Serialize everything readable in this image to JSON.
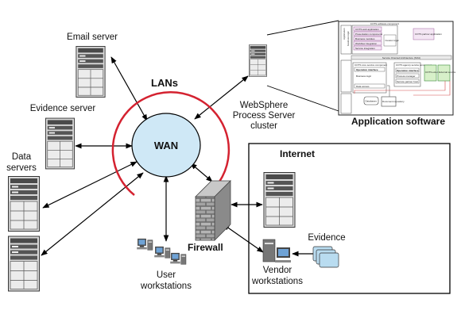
{
  "labels": {
    "email_server": "Email server",
    "evidence_server": "Evidence server",
    "data_servers_1": "Data",
    "data_servers_2": "servers",
    "lans": "LANs",
    "wan": "WAN",
    "websphere_1": "WebSphere",
    "websphere_2": "Process Server",
    "websphere_3": "cluster",
    "application_software": "Application software",
    "internet": "Internet",
    "firewall": "Firewall",
    "user_ws_1": "User",
    "user_ws_2": "workstations",
    "vendor_ws_1": "Vendor",
    "vendor_ws_2": "workstations",
    "evidence": "Evidence"
  },
  "app_software": {
    "top_banner": "COTS software component",
    "left_caption_1": "Application",
    "left_caption_2": "business logic",
    "top_items": [
      "COTS web application",
      "Presentation components",
      "Business modules",
      "Workflow integration",
      "Service integration"
    ],
    "top_side_1": "Custom logic",
    "top_side_2": "COTS partner application",
    "mid_banner": "Service Oriented Architecture (SOA)",
    "mid_left_title": "COTS core service component",
    "mid_left_items": [
      "Operation interface",
      "Business logic",
      "Data access"
    ],
    "mid_right_title": "COTS agency service component",
    "mid_right_items": [
      "Operation interface",
      "Process manager",
      "Service partner host"
    ],
    "green_1": "COTS external service",
    "green_2": "External service",
    "db_1": "Databases",
    "db_2": "Document repository"
  },
  "colors": {
    "lan_arc": "#d42230",
    "wan_fill": "#cfe8f6",
    "firewall_mortar": "#6e6e6e",
    "firewall_brick": "#a9a9a9",
    "server_dark": "#555555"
  }
}
